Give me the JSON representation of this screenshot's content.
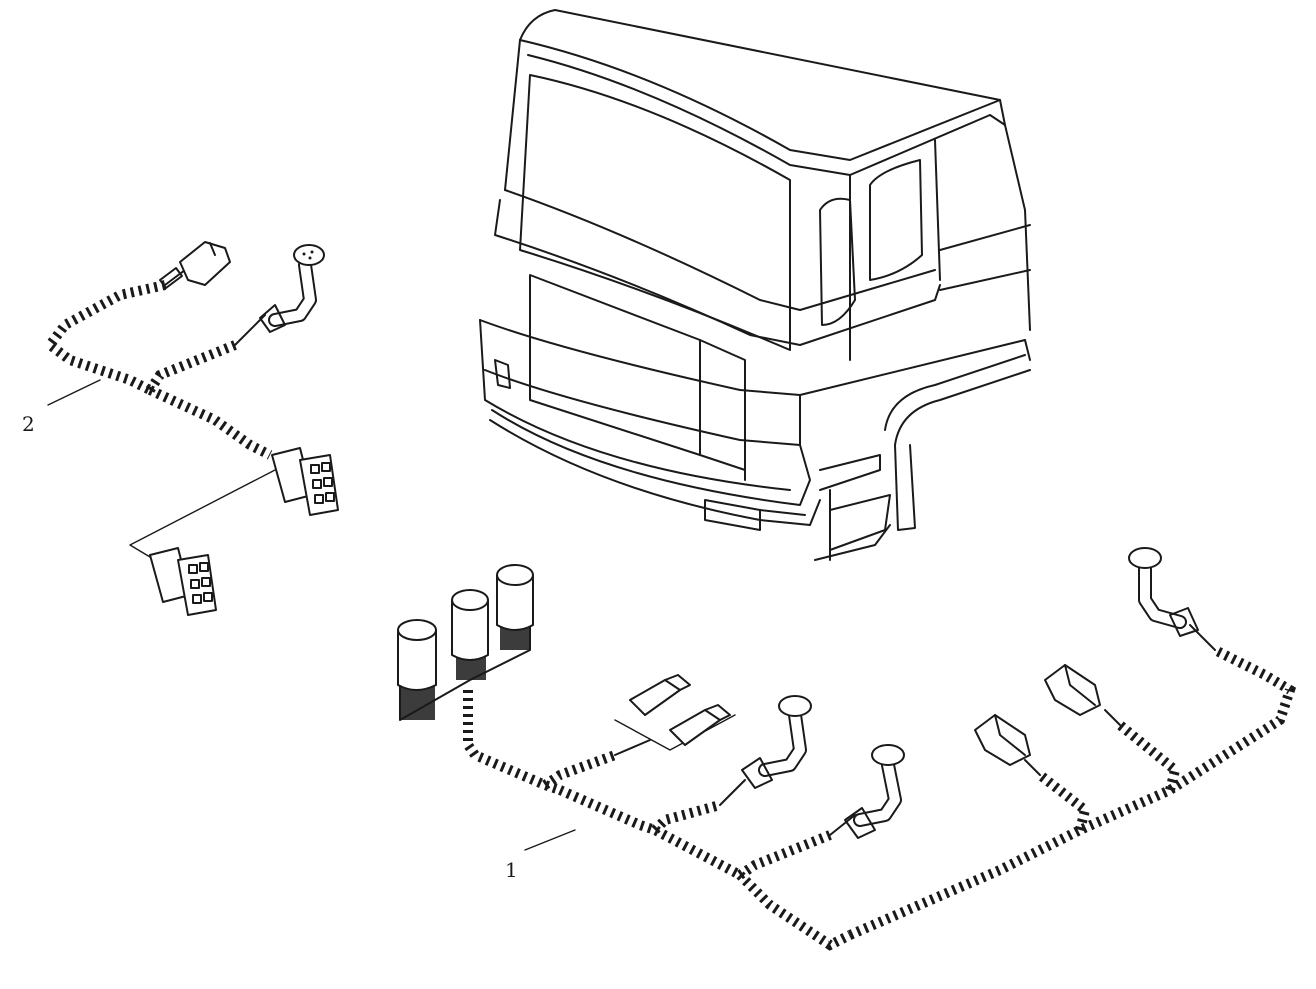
{
  "callouts": [
    {
      "id": "1",
      "label": "1"
    },
    {
      "id": "2",
      "label": "2"
    }
  ],
  "colors": {
    "line": "#1a1a1a",
    "background": "#ffffff"
  }
}
